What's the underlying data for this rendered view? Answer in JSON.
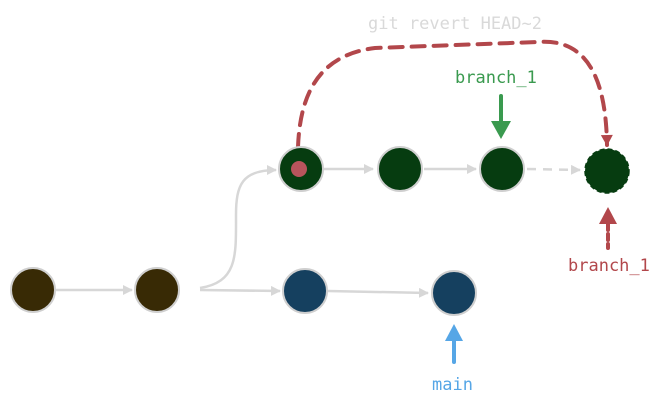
{
  "colors": {
    "background": "#ffffff",
    "edge": "#d7d7d7",
    "commit_stroke": "#cfcfcf",
    "root_commit": "#382a05",
    "branch_commit": "#063c10",
    "main_commit": "#15405f",
    "revert_dot": "#b8545c",
    "revert_arrow": "#b2474b",
    "branch_label": "#3a9a4f",
    "main_label": "#56a6e6",
    "annotation": "#d9d9d9"
  },
  "labels": {
    "revert_command": "git revert HEAD~2",
    "branch_old": "branch_1",
    "branch_new": "branch_1",
    "main": "main"
  },
  "icons": {
    "pointer_arrow": "arrow-down-icon",
    "pointer_arrow_up": "arrow-up-icon"
  }
}
